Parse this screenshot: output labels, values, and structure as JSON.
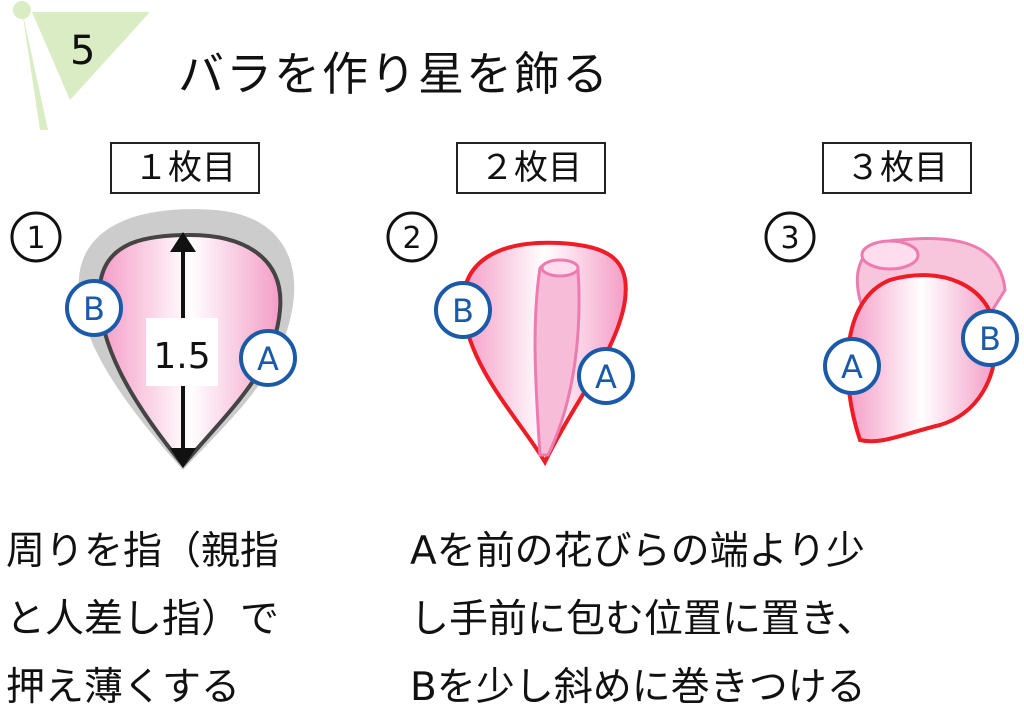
{
  "step": {
    "number": "5",
    "title": "バラを作り星を飾る"
  },
  "panels": [
    {
      "label": "１枚目",
      "circled": "1",
      "measure": "1.5",
      "marks": [
        "A",
        "B"
      ]
    },
    {
      "label": "２枚目",
      "circled": "2",
      "marks": [
        "A",
        "B"
      ]
    },
    {
      "label": "３枚目",
      "circled": "3",
      "marks": [
        "A",
        "B"
      ]
    }
  ],
  "captions": {
    "left": [
      "周りを指（親指",
      "と人差し指）で",
      "押え薄くする"
    ],
    "right": [
      "Aを前の花びらの端より少",
      "し手前に包む位置に置き、",
      "Bを少し斜めに巻きつける"
    ]
  },
  "colors": {
    "flag": "#d9ecc4",
    "petal": "#f7b8d6",
    "outline_red": "#ee1c24",
    "mark_blue": "#1a5aa8"
  }
}
